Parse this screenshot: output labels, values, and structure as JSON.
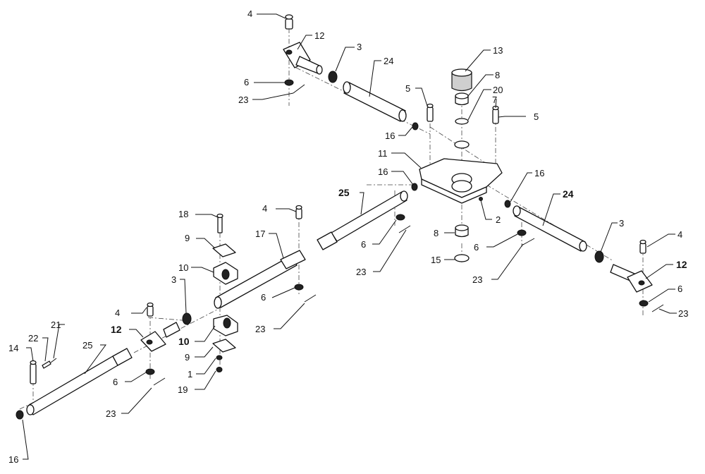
{
  "callouts": [
    {
      "text": "4",
      "weight": "normal"
    },
    {
      "text": "12",
      "weight": "normal"
    },
    {
      "text": "3",
      "weight": "normal"
    },
    {
      "text": "24",
      "weight": "normal"
    },
    {
      "text": "13",
      "weight": "normal"
    },
    {
      "text": "8",
      "weight": "normal"
    },
    {
      "text": "20",
      "weight": "normal"
    },
    {
      "text": "5",
      "weight": "normal"
    },
    {
      "text": "7",
      "weight": "normal"
    },
    {
      "text": "5",
      "weight": "normal"
    },
    {
      "text": "6",
      "weight": "normal"
    },
    {
      "text": "23",
      "weight": "normal"
    },
    {
      "text": "16",
      "weight": "normal"
    },
    {
      "text": "11",
      "weight": "normal"
    },
    {
      "text": "16",
      "weight": "normal"
    },
    {
      "text": "16",
      "weight": "normal"
    },
    {
      "text": "24",
      "weight": "bold"
    },
    {
      "text": "25",
      "weight": "bold"
    },
    {
      "text": "4",
      "weight": "normal"
    },
    {
      "text": "18",
      "weight": "normal"
    },
    {
      "text": "17",
      "weight": "normal"
    },
    {
      "text": "9",
      "weight": "normal"
    },
    {
      "text": "10",
      "weight": "normal"
    },
    {
      "text": "3",
      "weight": "normal"
    },
    {
      "text": "6",
      "weight": "normal"
    },
    {
      "text": "23",
      "weight": "normal"
    },
    {
      "text": "2",
      "weight": "normal"
    },
    {
      "text": "8",
      "weight": "normal"
    },
    {
      "text": "15",
      "weight": "normal"
    },
    {
      "text": "6",
      "weight": "normal"
    },
    {
      "text": "23",
      "weight": "normal"
    },
    {
      "text": "3",
      "weight": "normal"
    },
    {
      "text": "4",
      "weight": "normal"
    },
    {
      "text": "12",
      "weight": "bold"
    },
    {
      "text": "6",
      "weight": "normal"
    },
    {
      "text": "23",
      "weight": "normal"
    },
    {
      "text": "6",
      "weight": "normal"
    },
    {
      "text": "23",
      "weight": "normal"
    },
    {
      "text": "4",
      "weight": "normal"
    },
    {
      "text": "12",
      "weight": "bold"
    },
    {
      "text": "10",
      "weight": "bold"
    },
    {
      "text": "9",
      "weight": "normal"
    },
    {
      "text": "1",
      "weight": "normal"
    },
    {
      "text": "19",
      "weight": "normal"
    },
    {
      "text": "14",
      "weight": "normal"
    },
    {
      "text": "22",
      "weight": "normal"
    },
    {
      "text": "21",
      "weight": "normal"
    },
    {
      "text": "25",
      "weight": "normal"
    },
    {
      "text": "6",
      "weight": "normal"
    },
    {
      "text": "23",
      "weight": "normal"
    },
    {
      "text": "16",
      "weight": "normal"
    }
  ]
}
